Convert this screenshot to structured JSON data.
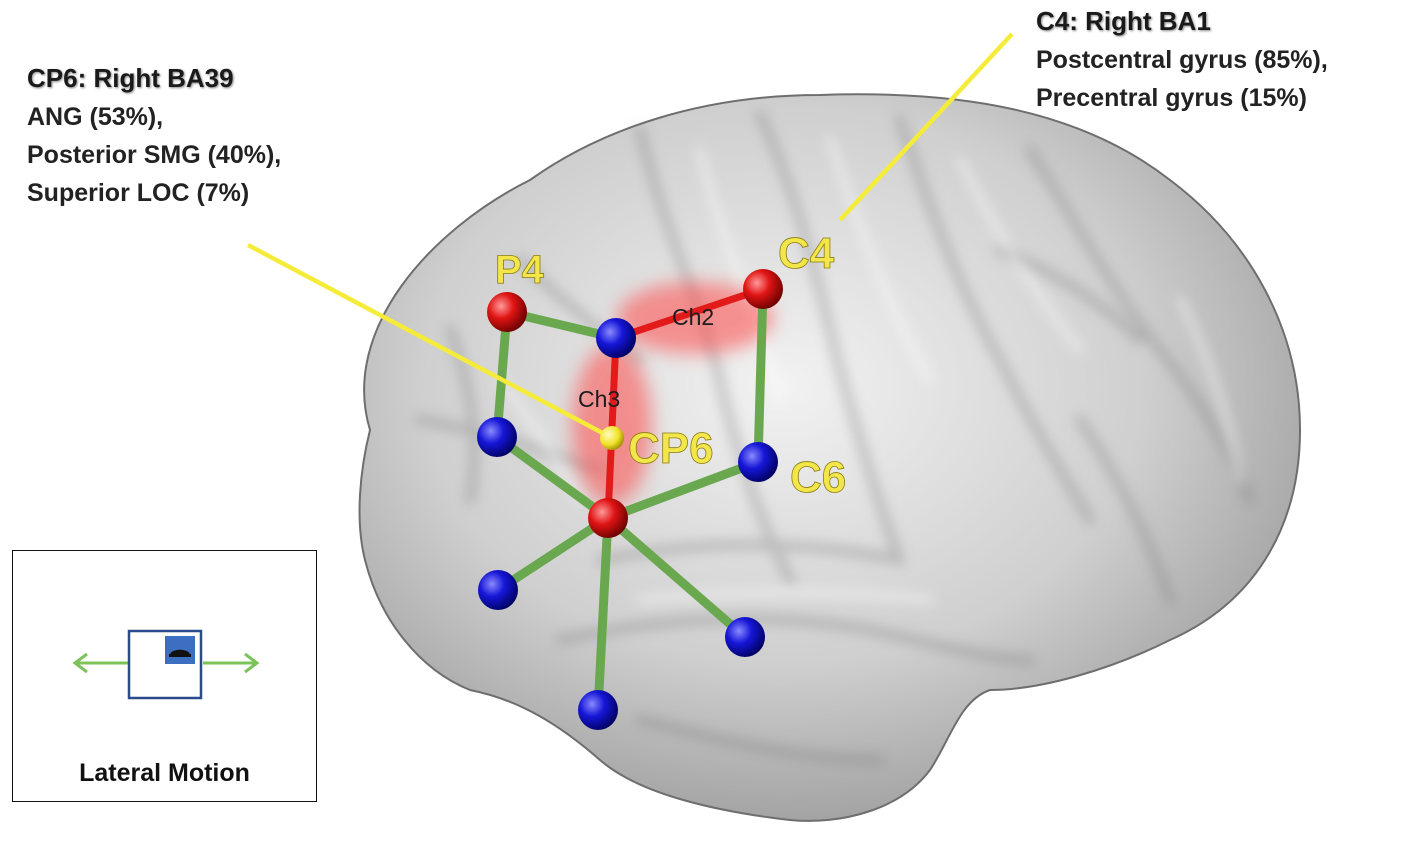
{
  "annotations": {
    "c4": {
      "title": "C4: Right BA1",
      "lines": [
        "Postcentral gyrus (85%),",
        "Precentral gyrus (15%)"
      ]
    },
    "cp6": {
      "title": "CP6: Right BA39",
      "lines": [
        "ANG (53%),",
        "Posterior SMG (40%),",
        "Superior LOC (7%)"
      ]
    }
  },
  "probe_labels": {
    "p4": "P4",
    "c4": "C4",
    "cp6": "CP6",
    "c6": "C6"
  },
  "channels": {
    "ch2": "Ch2",
    "ch3": "Ch3"
  },
  "legend": {
    "caption": "Lateral Motion"
  },
  "colors": {
    "source": "#d81010",
    "detector": "#1010c8",
    "connection": "#6aa84f",
    "activation": "#ff5a5a",
    "pointer": "#f5ec3a",
    "brain": "#bdbdbd"
  }
}
